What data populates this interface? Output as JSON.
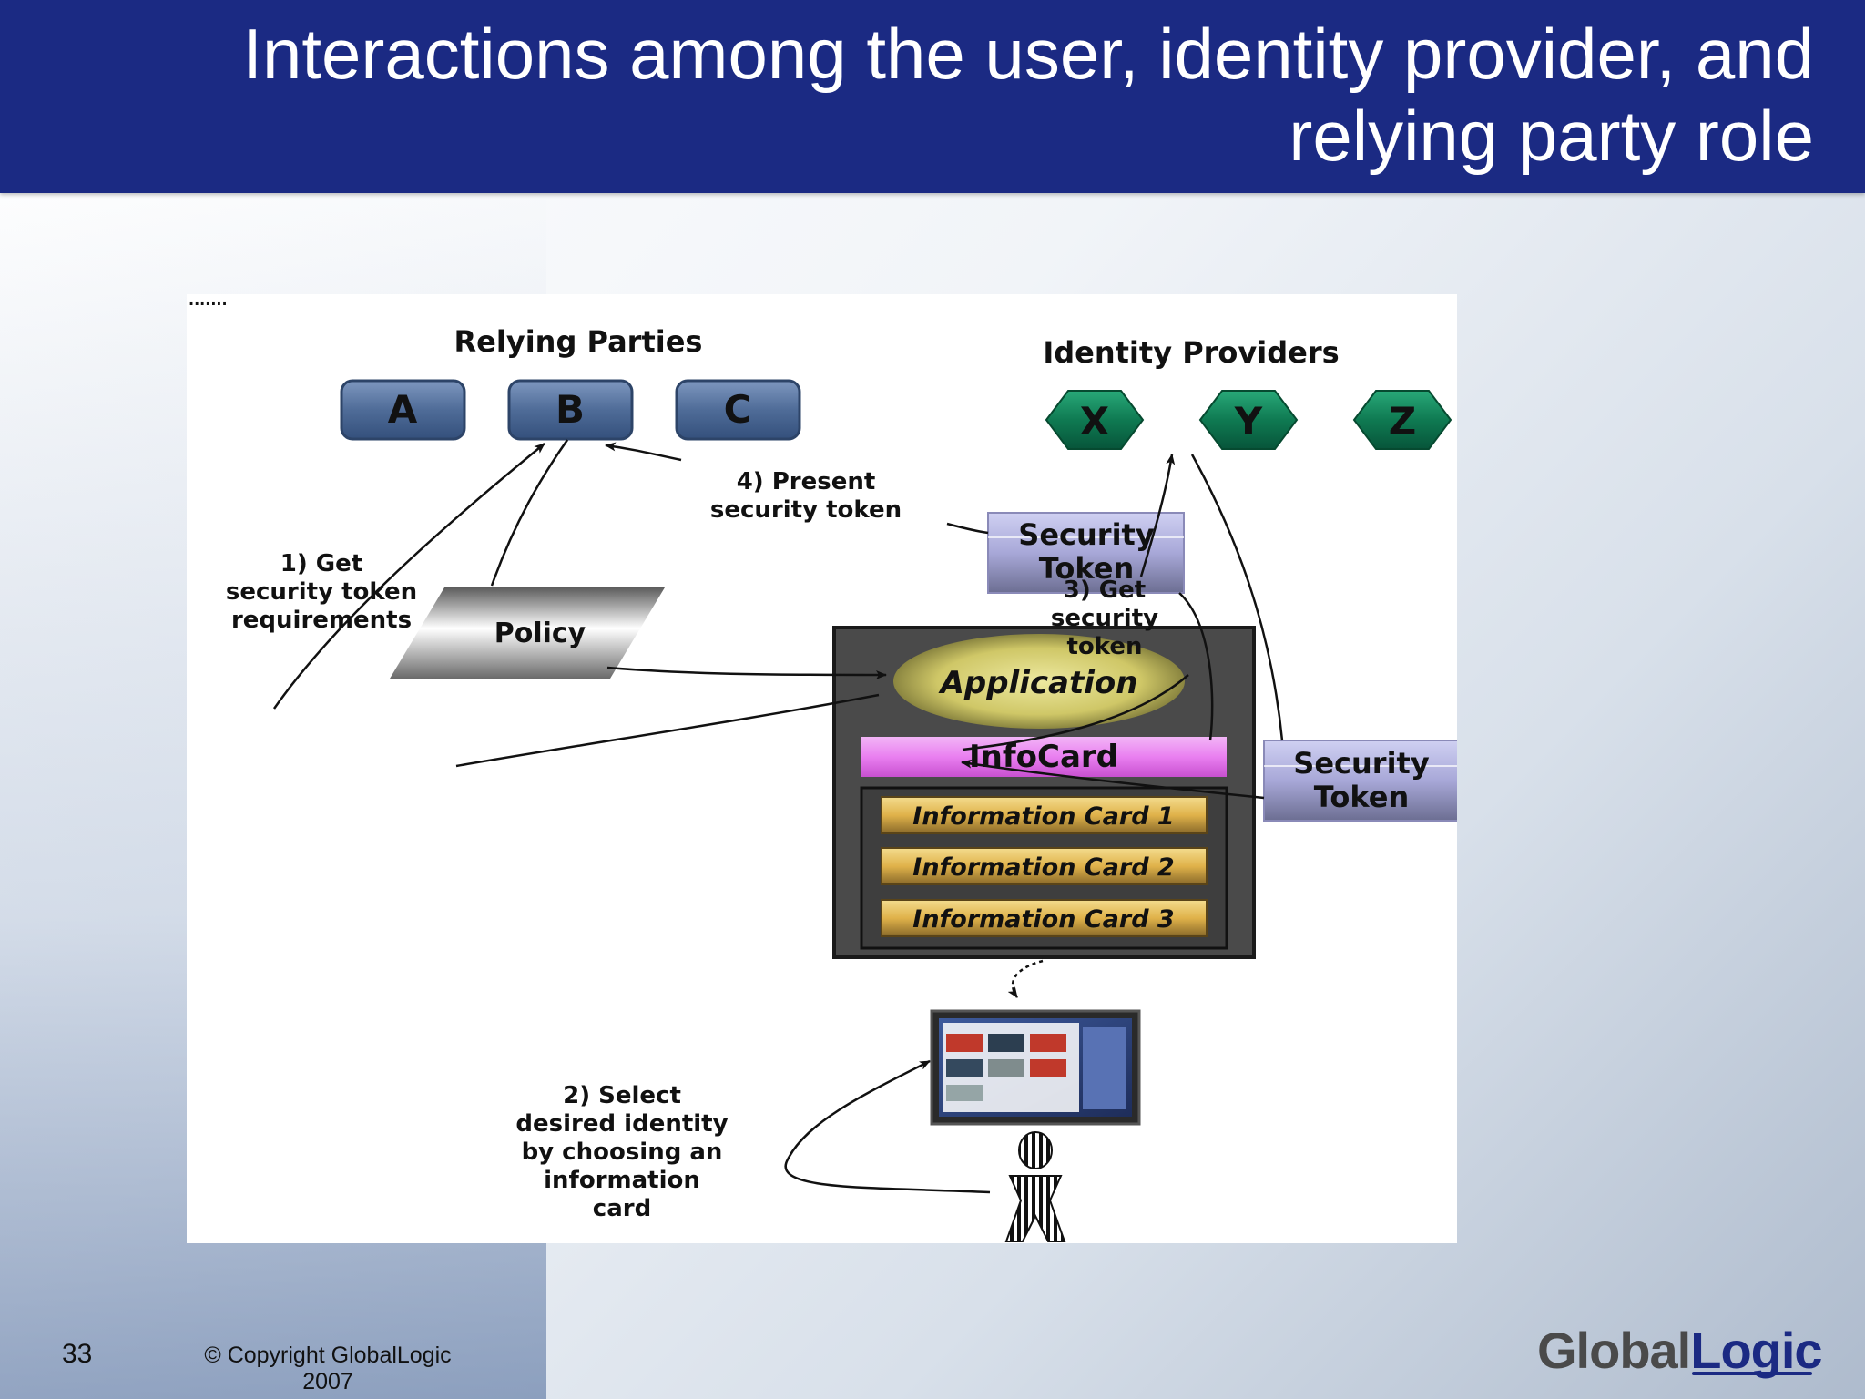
{
  "slide": {
    "title": "Interactions among the user, identity provider, and relying party role",
    "page_number": "33",
    "copyright": "© Copyright GlobalLogic 2007",
    "logo_global": "Global",
    "logo_logic": "Logic"
  },
  "diagram": {
    "corner_dots": ".......",
    "relying_parties_title": "Relying Parties",
    "relying_parties": [
      "A",
      "B",
      "C"
    ],
    "identity_providers_title": "Identity Providers",
    "identity_providers": [
      "X",
      "Y",
      "Z"
    ],
    "policy_label": "Policy",
    "security_token_top": [
      "Security",
      "Token"
    ],
    "security_token_right": [
      "Security",
      "Token"
    ],
    "application_label": "Application",
    "infocard_label": "InfoCard",
    "information_cards": [
      "Information Card 1",
      "Information Card 2",
      "Information Card 3"
    ],
    "step1": [
      "1) Get",
      "security token",
      "requirements"
    ],
    "step2": [
      "2) Select",
      "desired identity",
      "by choosing an",
      "information",
      "card"
    ],
    "step3": [
      "3) Get",
      "security",
      "token"
    ],
    "step4": [
      "4) Present",
      "security token"
    ]
  },
  "colors": {
    "header_bg": "#1b2a83",
    "relying_party_box": "#4f6c98",
    "identity_provider_hex": "#0f7a52",
    "infocard": "#e97ff0",
    "information_card": "#e0b24a",
    "security_token": "#a8a8d8",
    "application_ellipse": "#d9d27a"
  }
}
